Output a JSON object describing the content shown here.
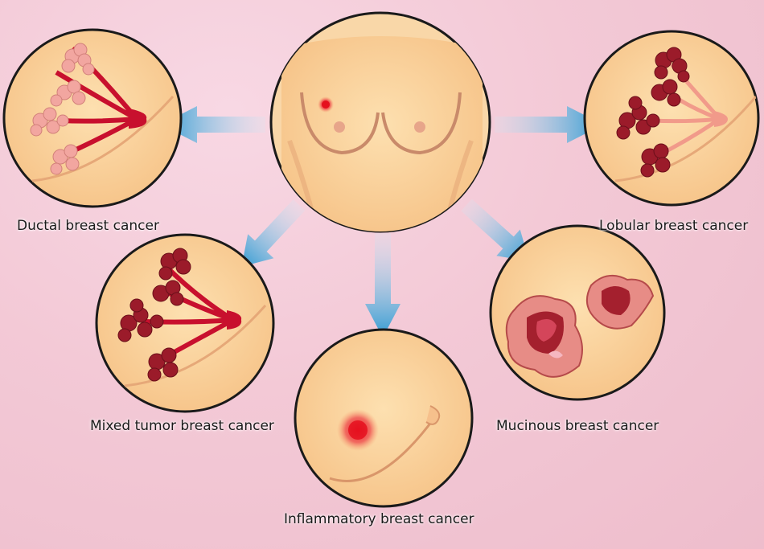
{
  "labels": {
    "ductal": "Ductal breast cancer",
    "lobular": "Lobular breast cancer",
    "mixed": "Mixed tumor breast cancer",
    "mucinous": "Mucinous breast cancer",
    "inflammatory": "Inflammatory breast cancer"
  },
  "colors": {
    "skin": "#fbd29c",
    "skin_shadow": "#f0b880",
    "outline": "#1a1a1a",
    "arrow": "#3aa0d6",
    "tumor_red": "#c8102e",
    "lobule_dark": "#9b1b2a",
    "lobule_pink": "#f2a6a0"
  },
  "icons": [
    "torso-illustration",
    "arrow-icon",
    "breast-duct-illustration",
    "tumor-illustration"
  ]
}
